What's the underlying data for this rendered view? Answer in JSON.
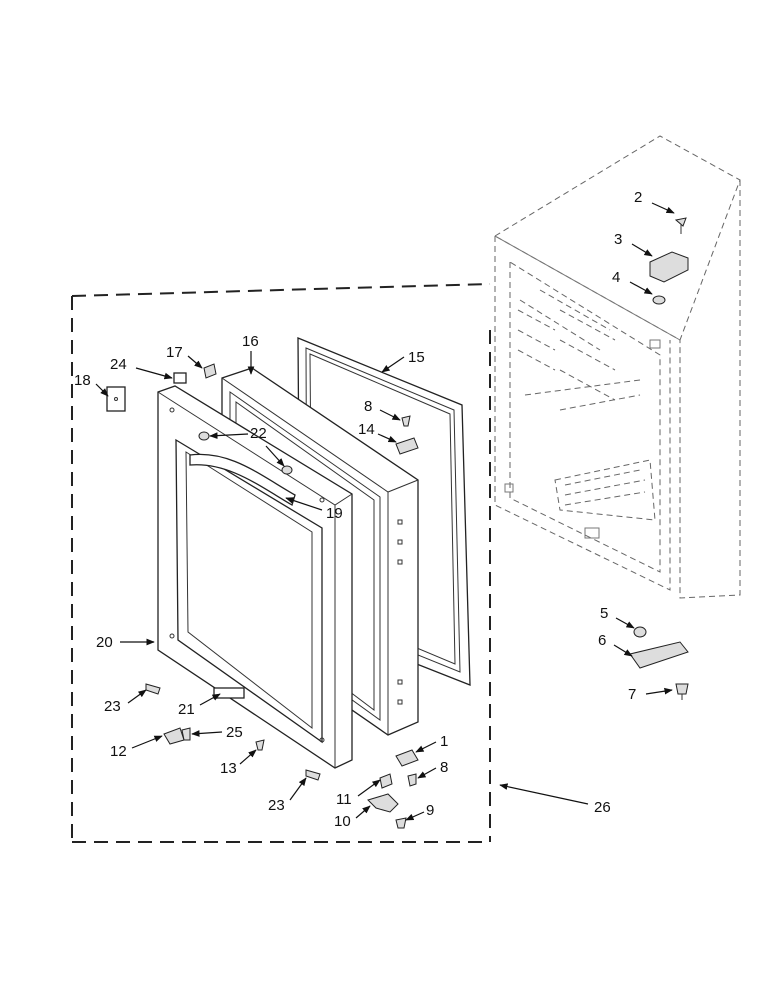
{
  "diagram": {
    "callouts": [
      {
        "id": "c1",
        "label": "1"
      },
      {
        "id": "c2",
        "label": "2"
      },
      {
        "id": "c3",
        "label": "3"
      },
      {
        "id": "c4",
        "label": "4"
      },
      {
        "id": "c5",
        "label": "5"
      },
      {
        "id": "c6",
        "label": "6"
      },
      {
        "id": "c7",
        "label": "7"
      },
      {
        "id": "c8a",
        "label": "8"
      },
      {
        "id": "c8b",
        "label": "8"
      },
      {
        "id": "c9",
        "label": "9"
      },
      {
        "id": "c10",
        "label": "10"
      },
      {
        "id": "c11",
        "label": "11"
      },
      {
        "id": "c12",
        "label": "12"
      },
      {
        "id": "c13",
        "label": "13"
      },
      {
        "id": "c14",
        "label": "14"
      },
      {
        "id": "c15",
        "label": "15"
      },
      {
        "id": "c16",
        "label": "16"
      },
      {
        "id": "c17",
        "label": "17"
      },
      {
        "id": "c18",
        "label": "18"
      },
      {
        "id": "c19",
        "label": "19"
      },
      {
        "id": "c20",
        "label": "20"
      },
      {
        "id": "c21",
        "label": "21"
      },
      {
        "id": "c22",
        "label": "22"
      },
      {
        "id": "c23a",
        "label": "23"
      },
      {
        "id": "c23b",
        "label": "23"
      },
      {
        "id": "c24",
        "label": "24"
      },
      {
        "id": "c25",
        "label": "25"
      },
      {
        "id": "c26",
        "label": "26"
      }
    ]
  }
}
